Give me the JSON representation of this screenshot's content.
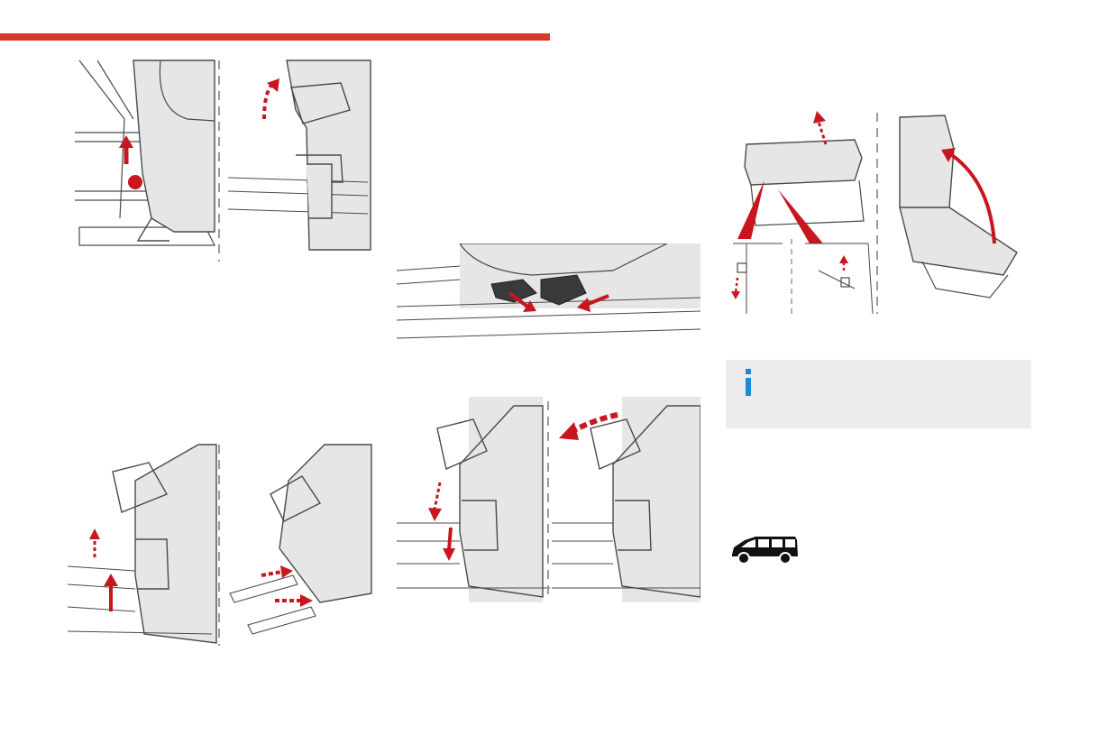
{
  "page": {
    "background": "#ffffff"
  },
  "colors": {
    "accent_bar": "#d9392d",
    "arrow_red": "#c8161e",
    "info_box_bg": "#ececec",
    "info_icon": "#1b8bd6",
    "line_gray": "#4a4a4a",
    "fill_gray": "#e6e6e6",
    "divider_gray": "#9a9a9a"
  },
  "figures": [
    {
      "id": "fig-release-lever",
      "icon": "seat-release-lever-illustration"
    },
    {
      "id": "fig-tilt-seat-forward",
      "icon": "seat-tilt-forward-illustration"
    },
    {
      "id": "fig-rail-hooks",
      "icon": "rail-hook-engagement-illustration"
    },
    {
      "id": "fig-lift-seat-from-rails",
      "icon": "seat-lift-from-rails-illustration"
    },
    {
      "id": "fig-slide-onto-rails",
      "icon": "seat-slide-onto-rails-illustration"
    },
    {
      "id": "fig-lower-onto-anchorages",
      "icon": "seat-lower-onto-anchorages-illustration"
    },
    {
      "id": "fig-tip-backrest",
      "icon": "seat-tip-backrest-illustration"
    },
    {
      "id": "fig-armrest-raise",
      "icon": "armrest-raise-illustration"
    },
    {
      "id": "fig-armrest-release-detail",
      "icon": "armrest-release-detail-illustration"
    },
    {
      "id": "fig-backrest-fold-up",
      "icon": "backrest-fold-up-illustration"
    }
  ],
  "info_box": {
    "icon": "info-icon"
  },
  "vehicle_badge": {
    "icon": "van-silhouette-icon"
  }
}
